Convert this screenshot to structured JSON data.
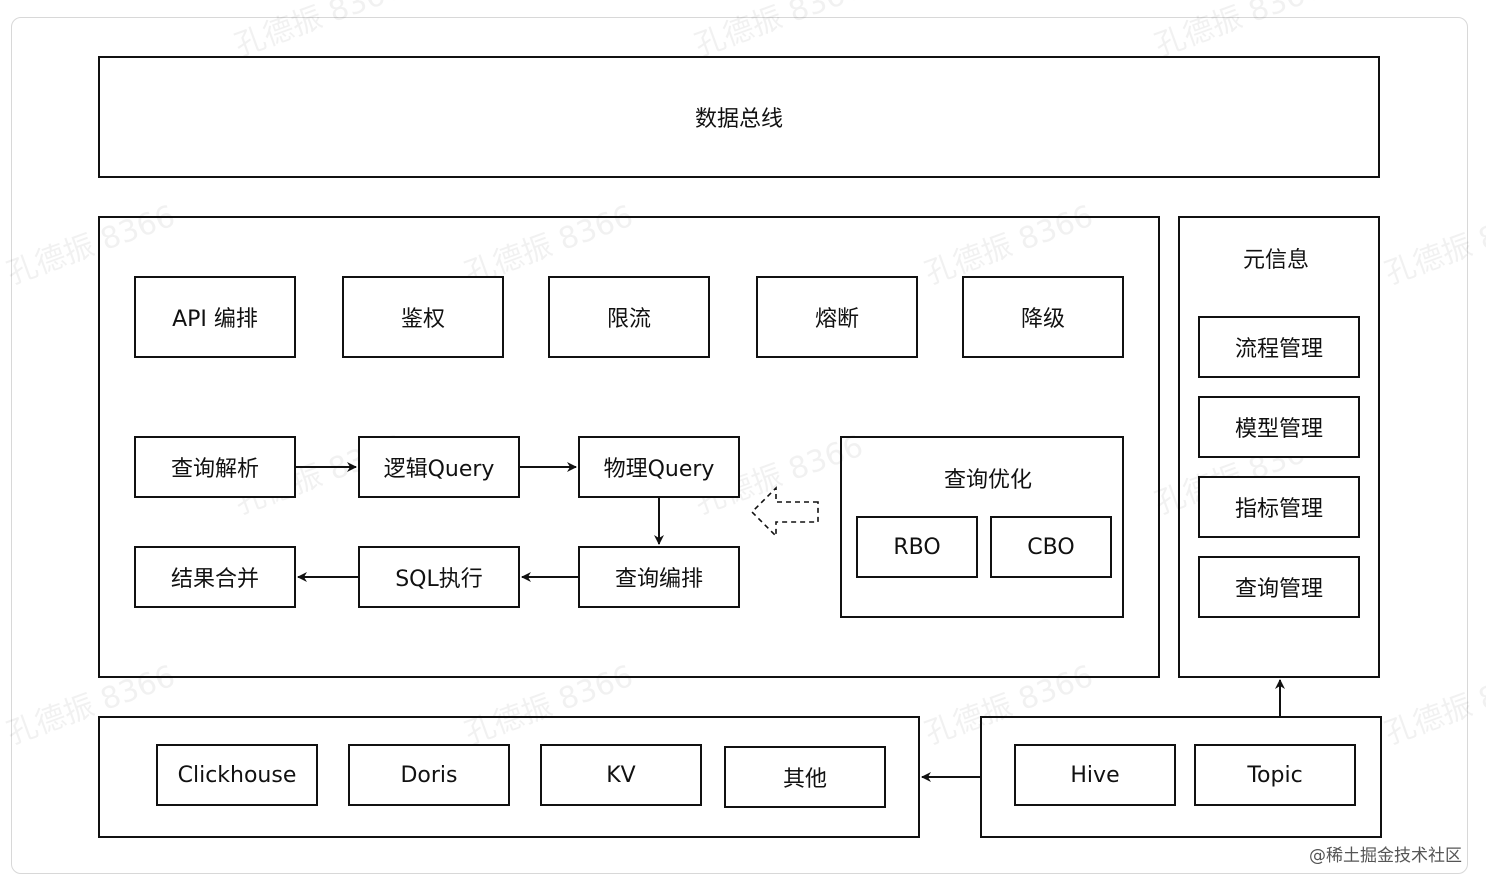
{
  "data_bus": "数据总线",
  "services": [
    "API 编排",
    "鉴权",
    "限流",
    "熔断",
    "降级"
  ],
  "pipeline": {
    "parse": "查询解析",
    "logical_query": "逻辑Query",
    "physical_query": "物理Query",
    "query_orchestration": "查询编排",
    "sql_exec": "SQL执行",
    "result_merge": "结果合并"
  },
  "optimizer": {
    "title": "查询优化",
    "rbo": "RBO",
    "cbo": "CBO"
  },
  "meta": {
    "title": "元信息",
    "items": [
      "流程管理",
      "模型管理",
      "指标管理",
      "查询管理"
    ]
  },
  "storage": [
    "Clickhouse",
    "Doris",
    "KV",
    "其他"
  ],
  "sources": [
    "Hive",
    "Topic"
  ],
  "watermark": "孔德振 8366",
  "credit": "@稀土掘金技术社区"
}
